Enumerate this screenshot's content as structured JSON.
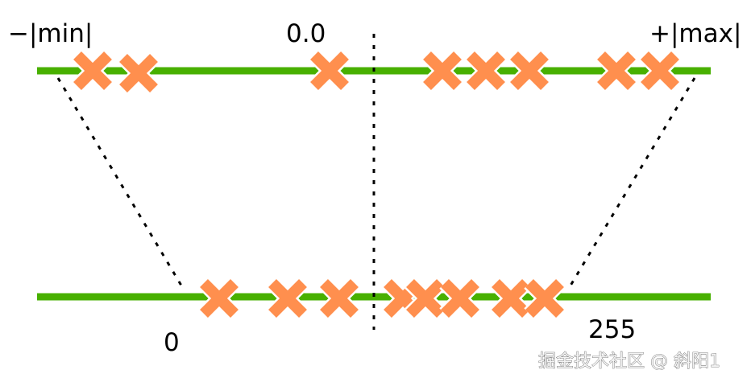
{
  "diagram": {
    "top_axis": {
      "left_label": "−|min|",
      "center_label": "0.0",
      "right_label": "+|max|"
    },
    "bottom_axis": {
      "left_label": "0",
      "right_label": "255"
    },
    "colors": {
      "axis_line": "#48B000",
      "marker": "#FF8F4E",
      "marker_outline": "#FFFFFF",
      "guide": "#000000"
    },
    "marker_icon": "cross-icon",
    "watermark": "掘金技术社区 @ 斜阳1"
  }
}
